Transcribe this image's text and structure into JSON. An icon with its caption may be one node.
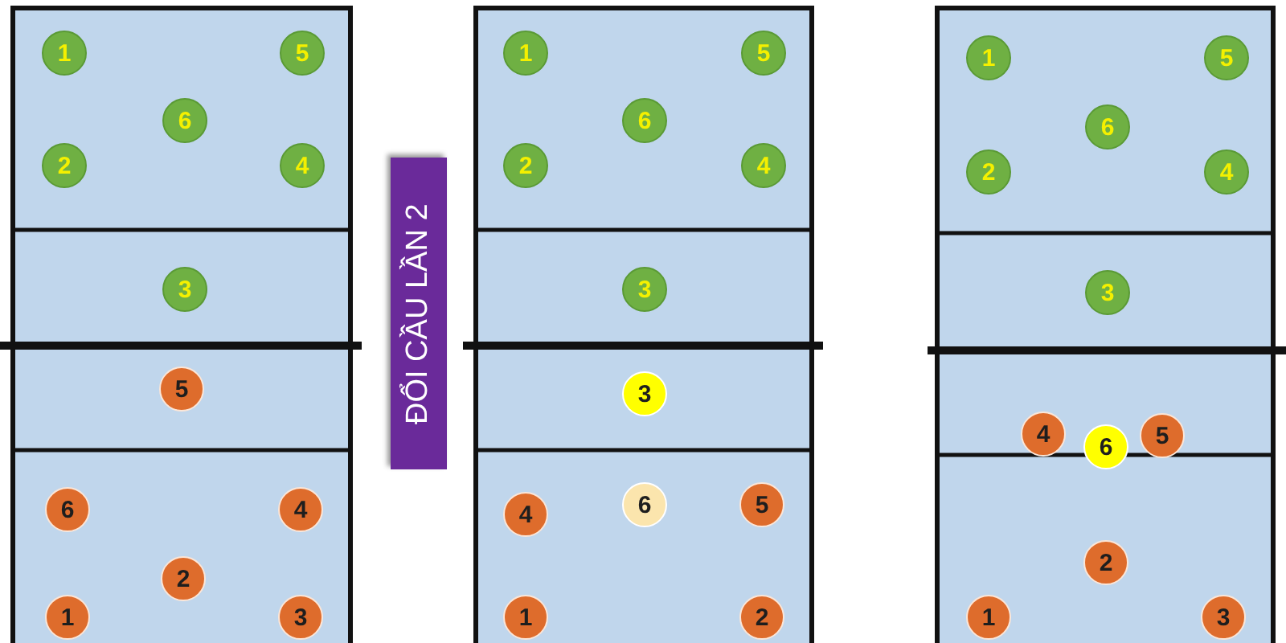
{
  "diagram": {
    "nodes": [
      {
        "text": [
          "1"
        ]
      },
      {
        "text": [
          "5"
        ]
      },
      {
        "text": [
          "6"
        ]
      },
      {
        "text": [
          "2"
        ]
      },
      {
        "text": [
          "4"
        ]
      },
      {
        "text": [
          "3"
        ]
      },
      {
        "text": [
          "5"
        ]
      },
      {
        "text": [
          "6"
        ]
      },
      {
        "text": [
          "4"
        ]
      },
      {
        "text": [
          "2"
        ]
      },
      {
        "text": [
          "1"
        ]
      },
      {
        "text": [
          "3"
        ]
      },
      {
        "text": [
          "ĐỔI CẦU LẦN 2"
        ]
      },
      {
        "text": [
          "1"
        ]
      },
      {
        "text": [
          "5"
        ]
      },
      {
        "text": [
          "6"
        ]
      },
      {
        "text": [
          "2"
        ]
      },
      {
        "text": [
          "4"
        ]
      },
      {
        "text": [
          "3"
        ]
      },
      {
        "text": [
          "3"
        ]
      },
      {
        "text": [
          "4"
        ]
      },
      {
        "text": [
          "6"
        ]
      },
      {
        "text": [
          "5"
        ]
      },
      {
        "text": [
          "1"
        ]
      },
      {
        "text": [
          "2"
        ]
      },
      {
        "text": [
          "1"
        ]
      },
      {
        "text": [
          "5"
        ]
      },
      {
        "text": [
          "6"
        ]
      },
      {
        "text": [
          "2"
        ]
      },
      {
        "text": [
          "4"
        ]
      },
      {
        "text": [
          "3"
        ]
      },
      {
        "text": [
          "4"
        ]
      },
      {
        "text": [
          "6"
        ]
      },
      {
        "text": [
          "5"
        ]
      },
      {
        "text": [
          "2"
        ]
      },
      {
        "text": [
          "1"
        ]
      },
      {
        "text": [
          "3"
        ]
      }
    ]
  }
}
